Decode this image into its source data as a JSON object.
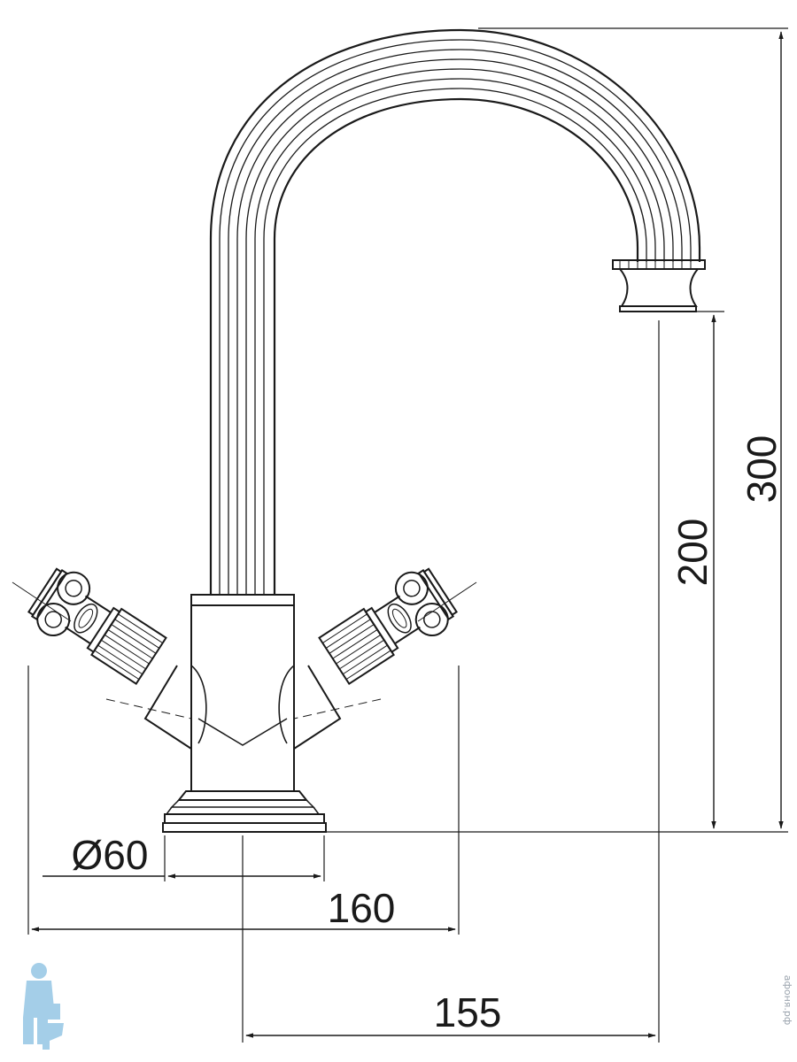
{
  "dimensions": {
    "total_height": "300",
    "spout_height": "200",
    "base_diameter": "Ø60",
    "handles_span": "160",
    "spout_reach": "155"
  },
  "watermark": {
    "text": "афоня.рф",
    "logo_icon": "plumber-with-toilet-logo"
  },
  "colors": {
    "line": "#1a1a1a",
    "watermark": "#9aa3ad",
    "logo": "#5aa7d6"
  }
}
